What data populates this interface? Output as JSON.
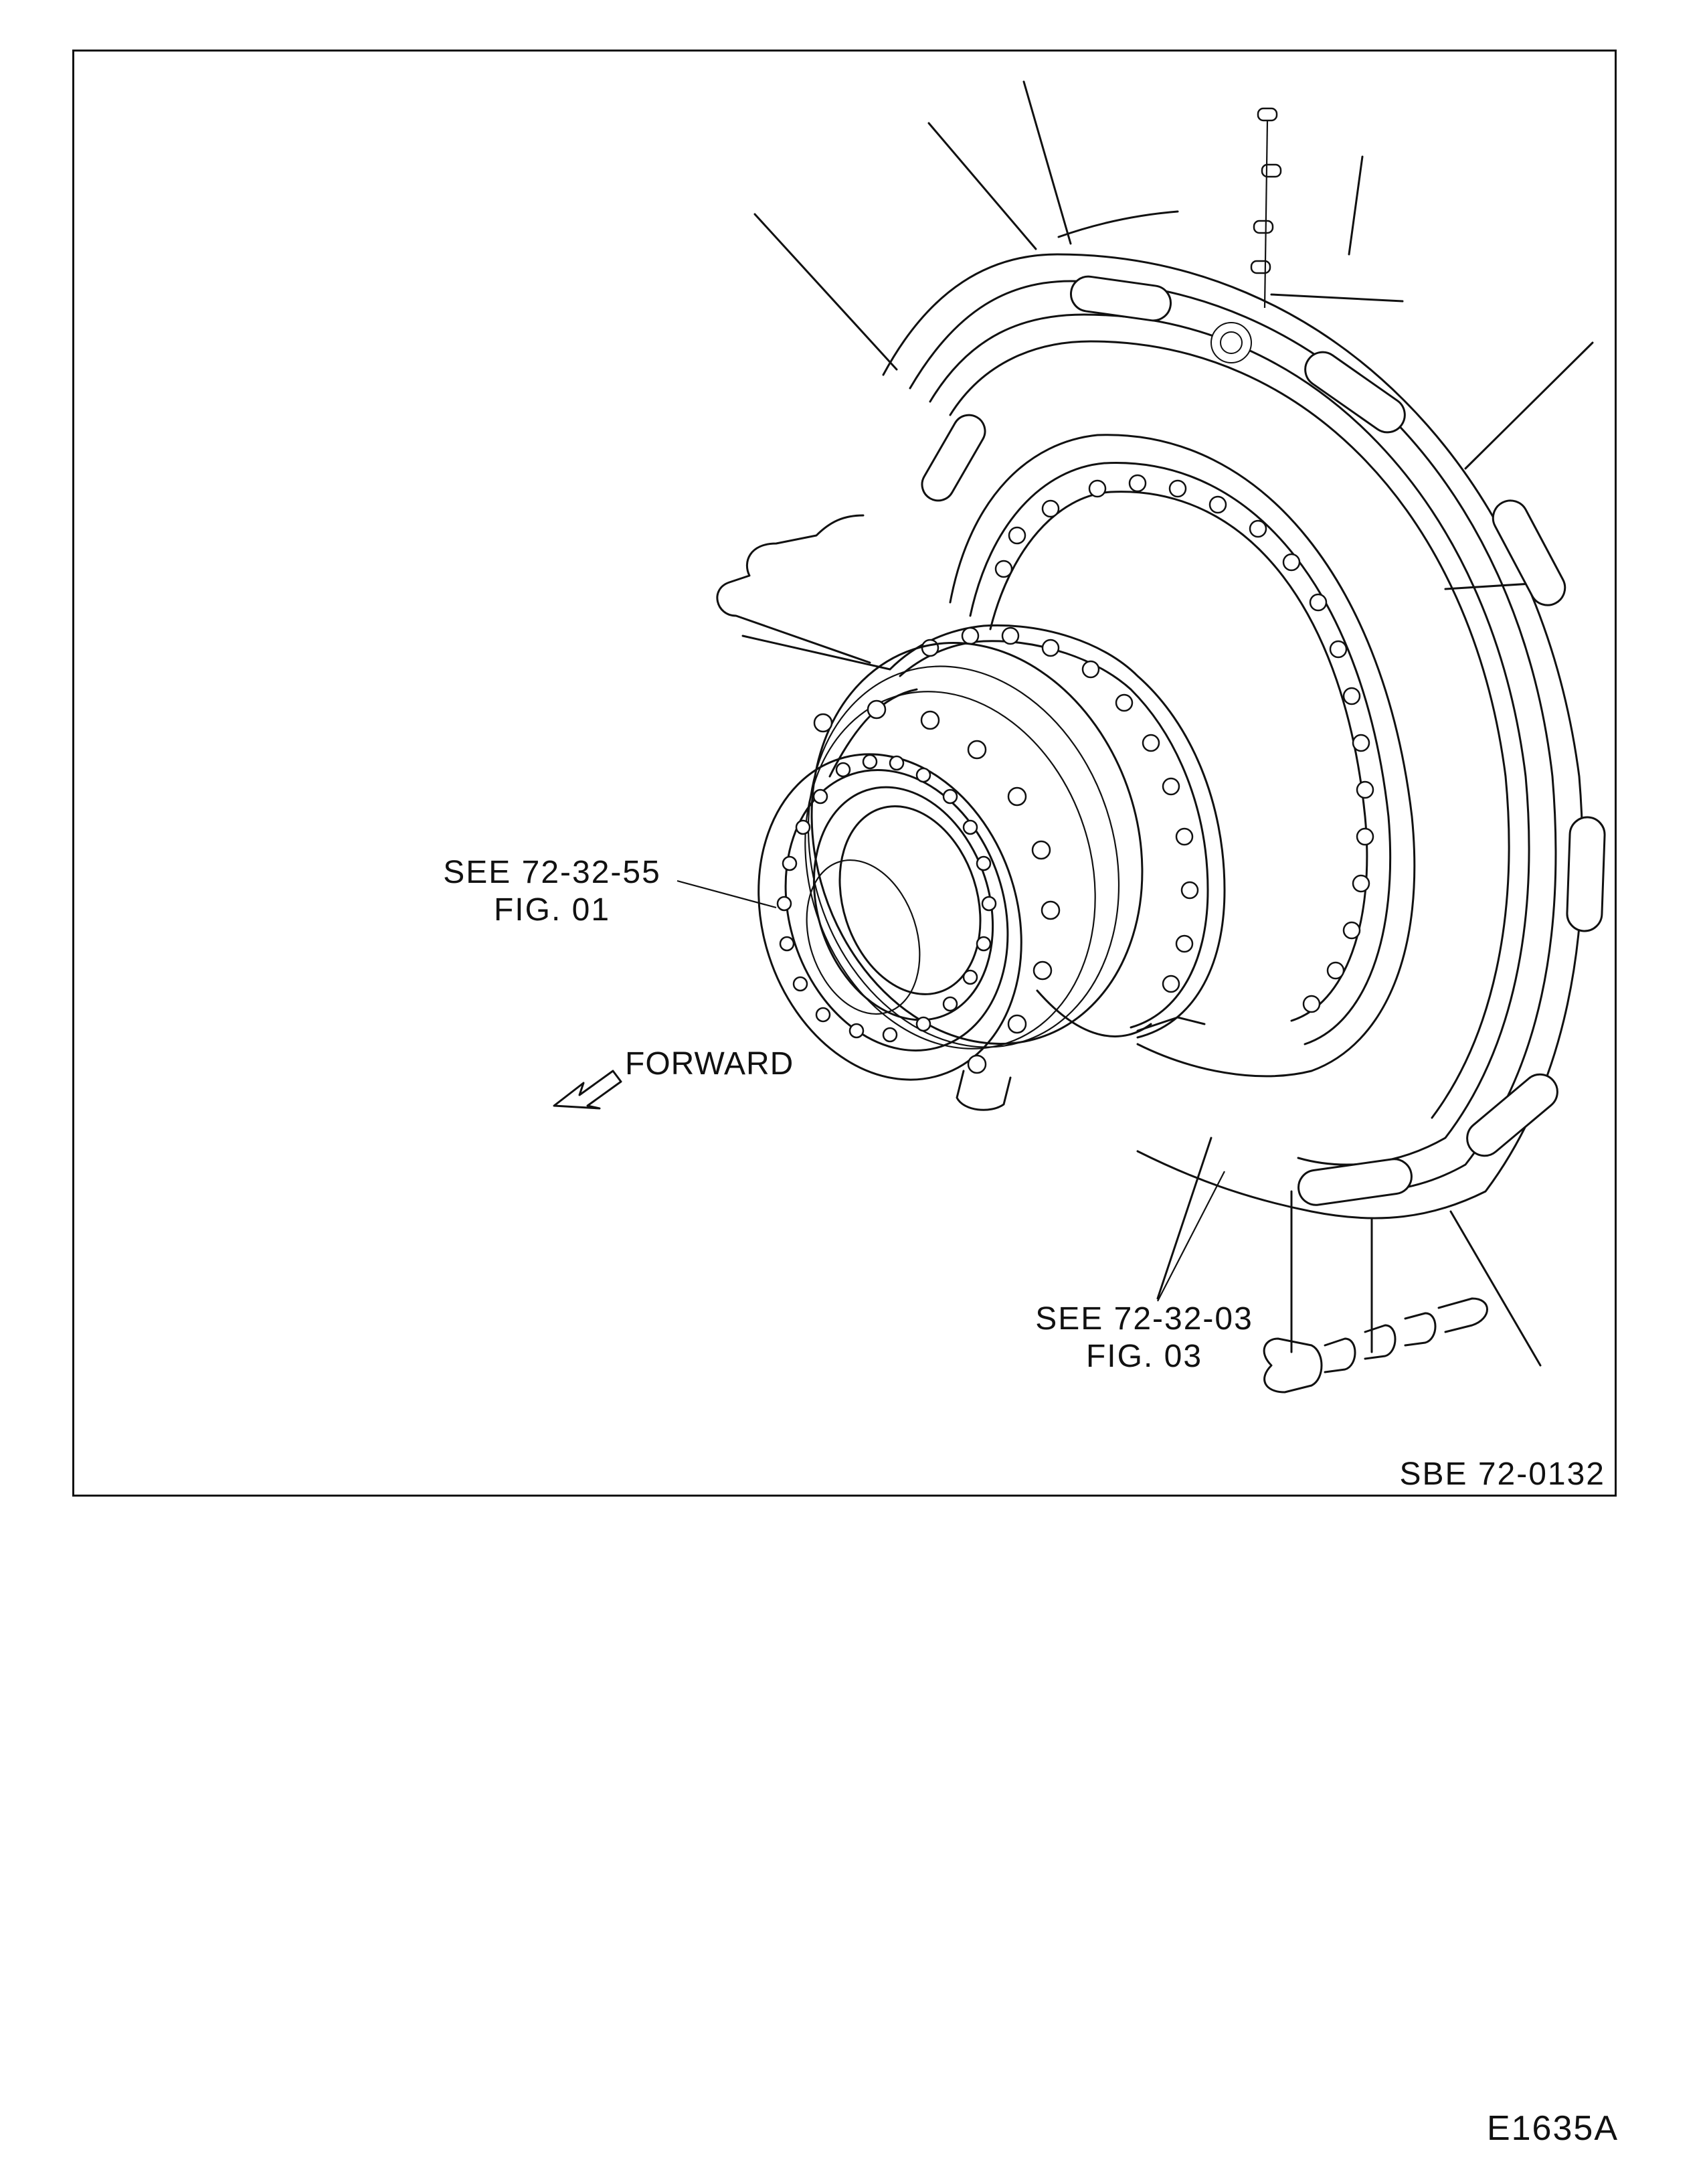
{
  "callouts": {
    "ref_1": {
      "line1": "SEE  72-32-55",
      "line2": "FIG.  01"
    },
    "ref_2": {
      "line1": "SEE  72-32-03",
      "line2": "FIG.  03"
    }
  },
  "direction_label": "FORWARD",
  "sbe_number": "SBE  72-0132",
  "figure_id": "E1635A"
}
